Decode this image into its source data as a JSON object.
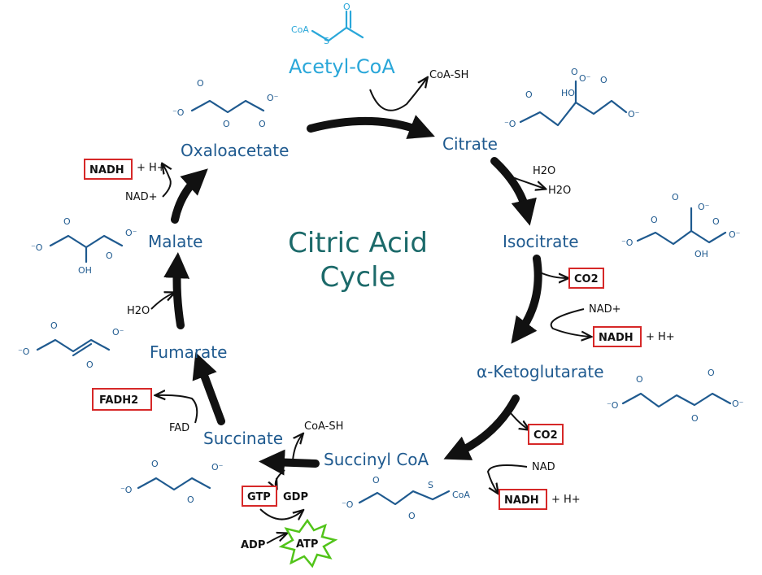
{
  "title": {
    "line1": "Citric Acid",
    "line2": "Cycle"
  },
  "colors": {
    "metabolite": "#1f5a8f",
    "acetyl": "#2aa7d9",
    "title": "#1c6a6a",
    "highlight_box": "#d62828",
    "atp_star": "#52c41a"
  },
  "metabolites": {
    "acetyl_coa": "Acetyl-CoA",
    "citrate": "Citrate",
    "isocitrate": "Isocitrate",
    "a_ketoglutarate": "α-Ketoglutarate",
    "succinyl_coa": "Succinyl CoA",
    "succinate": "Succinate",
    "fumarate": "Fumarate",
    "malate": "Malate",
    "oxaloacetate": "Oxaloacetate"
  },
  "byproducts": {
    "coa_sh_1": "CoA-SH",
    "h2o_1": "H2O",
    "h2o_2": "H2O",
    "co2_1": "CO2",
    "nad_1": "NAD+",
    "nadh_1": "NADH",
    "h_1": "+ H+",
    "co2_2": "CO2",
    "nad_2": "NAD",
    "nadh_2": "NADH",
    "h_2": "+ H+",
    "coa_sh_2": "CoA-SH",
    "gtp": "GTP",
    "gdp": "GDP",
    "adp": "ADP",
    "atp": "ATP",
    "fad": "FAD",
    "fadh2": "FADH2",
    "h2o_3": "H2O",
    "nad_3": "NAD+",
    "nadh_3": "NADH",
    "h_3": "+ H+"
  },
  "structure_labels": {
    "coa": "CoA",
    "s": "S",
    "o": "O",
    "o_minus": "O⁻",
    "minus_o": "⁻O",
    "ho": "HO",
    "oh": "OH"
  }
}
